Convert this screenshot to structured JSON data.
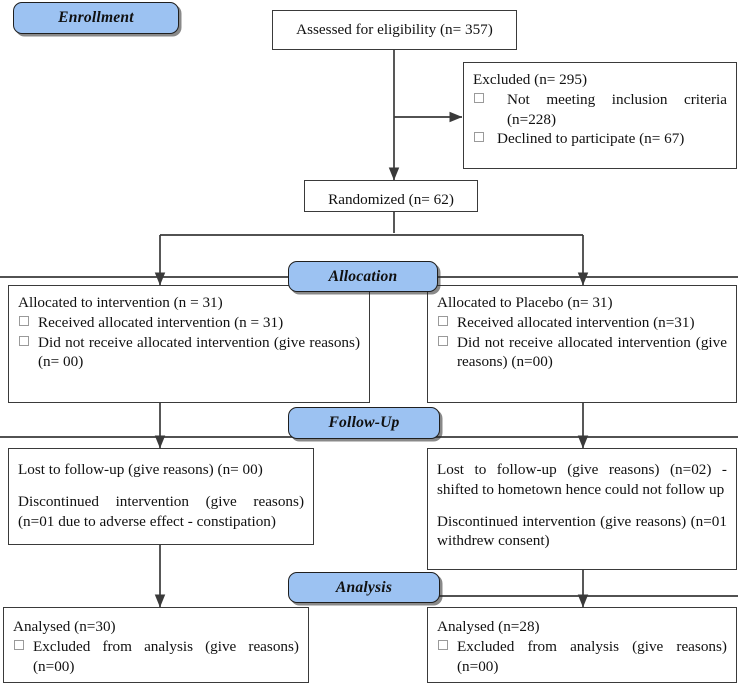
{
  "figure": {
    "type": "consort-flow-diagram",
    "title": "CONSORT participant flow diagram"
  },
  "stages": [
    {
      "id": "enrollment",
      "label": "Enrollment"
    },
    {
      "id": "allocation",
      "label": "Allocation"
    },
    {
      "id": "followup",
      "label": "Follow-Up"
    },
    {
      "id": "analysis",
      "label": "Analysis"
    }
  ],
  "boxes": {
    "assessed": {
      "text": "Assessed for eligibility (n= 357)"
    },
    "excluded": {
      "heading": "Excluded (n= 295)",
      "items": [
        {
          "text": "Not meeting inclusion criteria (n=228)"
        },
        {
          "text": "Declined to participate (n= 67)"
        }
      ]
    },
    "randomized": {
      "text": "Randomized (n= 62)"
    },
    "alloc_intervention": {
      "heading": "Allocated to intervention (n = 31)",
      "items": [
        {
          "text": "Received allocated intervention (n = 31)"
        },
        {
          "text": "Did not receive allocated intervention (give reasons) (n= 00)"
        }
      ]
    },
    "alloc_placebo": {
      "heading": "Allocated to Placebo (n= 31)",
      "items": [
        {
          "text": "Received allocated intervention (n=31)"
        },
        {
          "text": "Did not receive allocated intervention (give reasons) (n=00)"
        }
      ]
    },
    "followup_intervention": {
      "lost": "Lost to follow-up (give reasons) (n= 00)",
      "discontinued": "Discontinued intervention (give reasons) (n=01 due to adverse effect - constipation)"
    },
    "followup_placebo": {
      "lost": "Lost to follow-up (give reasons) (n=02) - shifted to hometown hence could not follow up",
      "discontinued": "Discontinued intervention (give reasons) (n=01 withdrew consent)"
    },
    "analysis_intervention": {
      "heading": "Analysed (n=30)",
      "items": [
        {
          "text": "Excluded from analysis (give reasons) (n=00)"
        }
      ]
    },
    "analysis_placebo": {
      "heading": "Analysed (n=28)",
      "items": [
        {
          "text": "Excluded from analysis (give reasons) (n=00)"
        }
      ]
    }
  },
  "counts": {
    "assessed": 357,
    "excluded_total": 295,
    "excluded_not_meeting_criteria": 228,
    "excluded_declined": 67,
    "randomized": 62,
    "allocated_intervention": 31,
    "allocated_placebo": 31,
    "received_intervention": 31,
    "received_placebo": 31,
    "not_received_intervention": 0,
    "not_received_placebo": 0,
    "lost_followup_intervention": 0,
    "lost_followup_placebo": 2,
    "discontinued_intervention": 1,
    "discontinued_placebo": 1,
    "analysed_intervention": 30,
    "analysed_placebo": 28,
    "excluded_from_analysis_intervention": 0,
    "excluded_from_analysis_placebo": 0
  },
  "colors": {
    "stage_fill": "#9CC2F2",
    "stage_border": "#1f1f1f",
    "box_border": "#3a3a3a",
    "connector": "#3a3a3a",
    "background": "#ffffff",
    "text": "#111111"
  }
}
